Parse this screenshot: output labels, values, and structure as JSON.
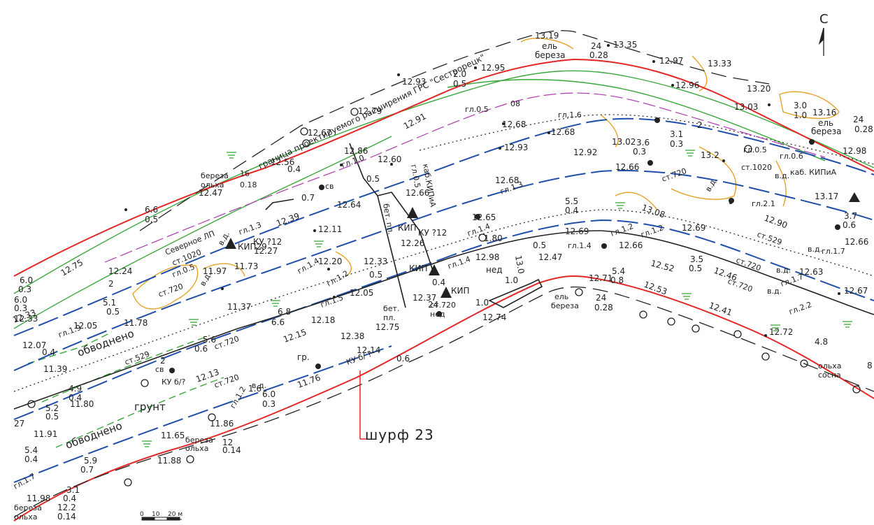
{
  "colors": {
    "background": "#ffffff",
    "boundary_red": "#e32626",
    "pipeline_blue": "#1f4fa8",
    "contour_green": "#3aa83a",
    "contour_orange": "#e6a126",
    "cable_purple": "#b03ab0",
    "ink": "#222222"
  },
  "north": {
    "label": "С"
  },
  "boundary_label": "граница проектируемого расширения ГРС \"Сестрорецк\"",
  "pit_label": "шурф 23",
  "scale_bar": {
    "labels": [
      "0",
      "10",
      "20 м"
    ],
    "units": "м"
  },
  "labels": {
    "t_1319": "13.19",
    "t_el24": "ель",
    "t_24a": "24",
    "t_1335": "13.35",
    "t_bereza028": "береза",
    "t_028a": "0.28",
    "t_1297": "12.97",
    "t_1333": "13.33",
    "t_1295": "12.95",
    "t_20": "2.0",
    "t_05a": "0.5",
    "t_1293": "12.93",
    "t_1296": "12.96",
    "t_1320": "13.20",
    "t_gl05": "гл.0.5",
    "t_08a": "08",
    "t_gl16": "гл.1.6",
    "t_30": "3.0",
    "t_10a": "1.0",
    "t_1316": "13.16",
    "t_el24b": "ель",
    "t_24b": "24",
    "t_bereza028b": "береза",
    "t_028b": "0.28",
    "t_1303": "13.03",
    "t_1279": "12.79",
    "t_1267": "12.67",
    "t_1291": "12.91",
    "t_1268a": "12.68",
    "t_1268b": "12.68",
    "t_1293b": "12.93",
    "t_2a": "2",
    "t_31": "3.1",
    "t_03a": "0.3",
    "t_1298": "12.98",
    "t_1302": "13.02",
    "t_36": "3.6",
    "t_03b": "0.3",
    "t_132": "13.2",
    "t_gl05b": "гл.0.5",
    "t_gl06": "гл.0.6",
    "t_st1020": "ст.1020",
    "t_vg1": "в.д.",
    "t_kabKIPiA": "каб. КИПиА",
    "t_1256": "12.56",
    "t_1286": "12.86",
    "t_gl10": "гл.1.0",
    "t_1260": "12.60",
    "t_kabKIPiA2": "каб.КИПиА",
    "t_gl05c": "гл.0.5",
    "t_bereza16": "береза",
    "t_16": "16",
    "t_olha018": "ольха",
    "t_018": "0.18",
    "t_1247": "12.47",
    "t_04a": "0.4",
    "t_1292": "12.92",
    "t_1266a": "12.66",
    "t_st720a": "ст.720",
    "t_vg2": "в.д.",
    "t_gl21": "гл.2.1",
    "t_1317": "13.17",
    "t_05b": "0.5",
    "t_1266b": "12.66",
    "t_1268c": "12.68",
    "t_gl13": "гл.1.3",
    "t_07a": "0.7",
    "t_sv1": "св",
    "t_1264": "12.64",
    "t_betpl1": "бет. пл.",
    "t_gl13b": "гл.1.3",
    "t_1239": "12.39",
    "t_1265": "12.65",
    "t_55": "5.5",
    "t_04b": "0.4",
    "t_1308": "13.08",
    "t_1290": "12.90",
    "t_37": "3.7",
    "t_06a": "0.6",
    "t_66": "6.6",
    "t_05c": "0.5",
    "t_kip1": "КИП",
    "t_ku12": "КУ ?12",
    "t_1211": "12.11",
    "t_gl14": "гл.1.4",
    "t_gl12": "гл.1.2",
    "t_st529a": "ст.529",
    "t_vg3": "в.д.",
    "t_gl17": "гл.1.7",
    "t_1266c": "12.66",
    "t_kip29": "КИП29",
    "t_ku12b": "КУ ?12",
    "t_1227": "12.27",
    "t_severnoe": "Северное ЛП",
    "t_st1020b": "ст.1020",
    "t_vg4": "в.д.",
    "t_1226": "12.26",
    "t_180": "1.80",
    "t_1269a": "12.69",
    "t_1269b": "12.69",
    "t_gl12b": "гл.1.2",
    "t_1275": "12.75",
    "t_1224": "12.24",
    "t_gl05d": "гл.0.5",
    "t_1197": "11.97",
    "t_1173": "11.73",
    "t_gl14b": "гл.1.4",
    "t_1220": "12.20",
    "t_1233": "12.33",
    "t_kip2": "КИП",
    "t_gl14c": "гл.1.4",
    "t_1298b": "12.98",
    "t_05d": "0.5",
    "t_gl14d": "гл.1.4",
    "t_1266d": "12.66",
    "t_1247b": "12.47",
    "t_1252": "12.52",
    "t_35": "3.5",
    "t_05e": "0.5",
    "t_1246": "12.46",
    "t_st720b": "ст.720",
    "t_vg5": "в.д.",
    "t_1263": "12.63",
    "t_54": "5.4",
    "t_08b": "0.8",
    "t_60a": "6.0",
    "t_03c": "0.3",
    "t_2b": "2",
    "t_st720c": "ст.720",
    "t_vg6": "в.д.",
    "t_gl12c": "гл.1.2",
    "t_05f": "0.5",
    "t_04c": "0.4",
    "t_ned1": "нед",
    "t_130": "13.0",
    "t_gl17b": "гл.1.7",
    "t_1267b": "12.67",
    "t_1271": "12.71",
    "t_1253": "12.53",
    "t_st720d": "ст.720",
    "t_vg7": "в.д.",
    "t_51": "5.1",
    "t_05g": "0.5",
    "t_gl15": "гл.1.5",
    "t_1205": "12.05",
    "t_kip3": "КИП",
    "t_1237": "12.37",
    "t_st720e": "ст.720",
    "t_10b": "1.0",
    "t_10c": "1.0",
    "t_1241": "12.41",
    "t_gl22": "гл.2.2",
    "t_1233b": "12.33",
    "t_gl19": "гл.1.9",
    "t_1178": "11.78",
    "t_1137": "11.37",
    "t_68": "6.8",
    "t_66b": "6.6",
    "t_1218": "12.18",
    "t_betpl2": "бет.",
    "t_pl2": "пл.",
    "t_24c": "24",
    "t_ned2": "нед",
    "t_1274": "12.74",
    "t_el24c": "ель",
    "t_24d": "24",
    "t_bereza028c": "береза",
    "t_028c": "0.28",
    "t_1272": "12.72",
    "t_48": "4.8",
    "t_1205b": "12.05",
    "t_obvodneno1": "обводнено",
    "t_1207": "12.07",
    "t_04d": "0.4",
    "t_56": "5.6",
    "t_06b": "0.6",
    "t_st720f": "ст.720",
    "t_1215": "12.15",
    "t_gr": "гр.",
    "t_1238": "12.38",
    "t_1275b": "12.75",
    "t_1214": "12.14",
    "t_kub": "КУ б/ ?",
    "t_06c": "0.6",
    "t_olha8": "ольха",
    "t_sosna": "сосна",
    "t_8": "8",
    "t_1139": "11.39",
    "t_st529b": "ст.529",
    "t_sv2": "св",
    "t_2x": "2",
    "t_1213": "12.13",
    "t_st720g": "ст.720",
    "t_vg8": "в.д.",
    "t_1176": "11.76",
    "t_49": "4.9",
    "t_04e": "0.4",
    "t_kub2": "КУ б/?",
    "t_60b": "6.0",
    "t_16b": "1.6",
    "t_03d": "0.3",
    "t_gl12d": "гл.1.2",
    "t_52": "5.2",
    "t_1180": "11.80",
    "t_05h": "0.5",
    "t_grunt": "грунт",
    "t_27": "27",
    "t_1191": "11.91",
    "t_1186": "11.86",
    "t_obvodneno2": "обводнено",
    "t_1165": "11.65",
    "t_bereza12": "береза",
    "t_12a": "12",
    "t_olha014": "ольха",
    "t_014a": "0.14",
    "t_54b": "5.4",
    "t_04f": "0.4",
    "t_59": "5.9",
    "t_07b": "0.7",
    "t_1188": "11.88",
    "t_gl17c": "гл.1.7",
    "t_1198": "11.98",
    "t_04g": "0.4",
    "t_31b": "3.1",
    "t_bereza12b": "береза",
    "t_12b": "12.2",
    "t_olha014b": "ольха",
    "t_014b": "0.14",
    "t_60c": "6.0",
    "t_03e": "0.3",
    "t_1233c": "12.33"
  }
}
